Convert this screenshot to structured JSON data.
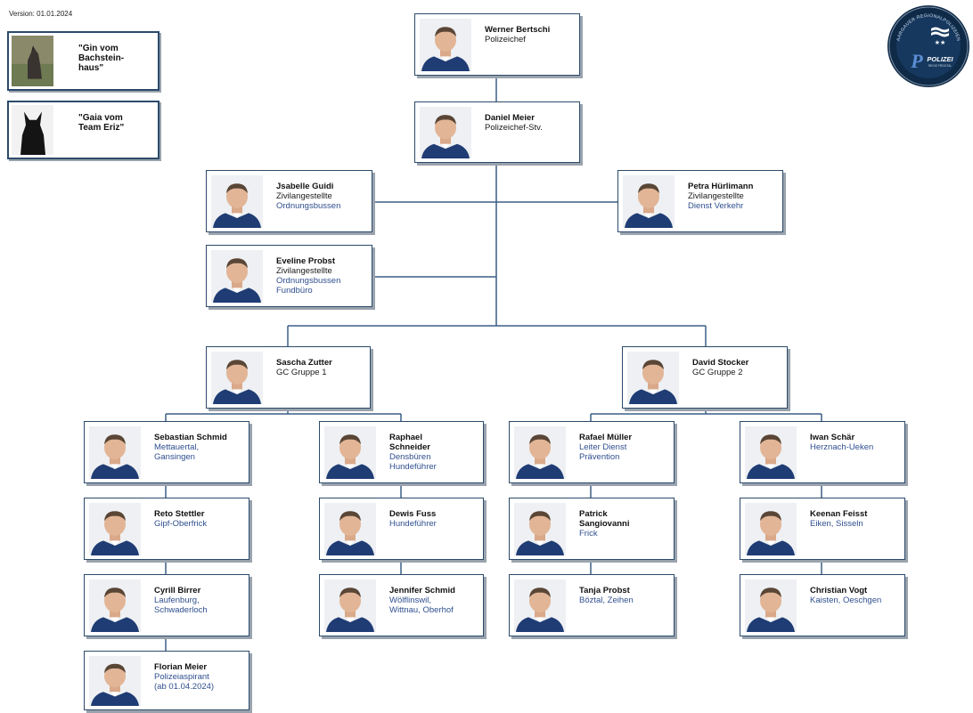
{
  "version": "Version: 01.01.2024",
  "logo": {
    "arc_text": "AARGAUER REGIONALPOLIZEIEN",
    "word": "POLIZEI",
    "sub": "REGIO FRICKTAL",
    "colors": {
      "ring": "#0f2a47",
      "inner": "#16385e",
      "accent": "#5a8fd6"
    }
  },
  "dogs": [
    {
      "name": "\"Gin vom\nBachstein-\nhaus\"",
      "photo": "dog-photo"
    },
    {
      "name": "\"Gaia vom\nTeam Eriz\"",
      "photo": "dog-photo"
    }
  ],
  "people": {
    "chief": {
      "name": "Werner Bertschi",
      "role": "Polizeichef"
    },
    "deputy": {
      "name": "Daniel Meier",
      "role": "Polizeichef-Stv."
    },
    "guidi": {
      "name": "Jsabelle Guidi",
      "role": "Zivilangestellte",
      "unit": "Ordnungsbussen"
    },
    "huerlimann": {
      "name": "Petra Hürlimann",
      "role": "Zivilangestellte",
      "unit": "Dienst Verkehr"
    },
    "probst_e": {
      "name": "Eveline Probst",
      "role": "Zivilangestellte",
      "unit": "Ordnungsbussen\nFundbüro"
    },
    "zutter": {
      "name": "Sascha Zutter",
      "role": "GC Gruppe 1"
    },
    "stocker": {
      "name": "David Stocker",
      "role": "GC Gruppe 2"
    },
    "schmid_s": {
      "name": "Sebastian Schmid",
      "unit": "Mettauertal,\nGansingen"
    },
    "stettler": {
      "name": "Reto Stettler",
      "unit": "Gipf-Oberfrick"
    },
    "birrer": {
      "name": "Cyrill Birrer",
      "unit": "Laufenburg,\nSchwaderloch"
    },
    "meier_f": {
      "name": "Florian Meier",
      "unit": "Polizeiaspirant\n(ab 01.04.2024)"
    },
    "schneider": {
      "name": "Raphael\nSchneider",
      "unit": "Densbüren\nHundeführer"
    },
    "fuss": {
      "name": "Dewis Fuss",
      "unit": "Hundeführer"
    },
    "schmid_j": {
      "name": "Jennifer Schmid",
      "unit": "Wölflinswil,\nWittnau, Oberhof"
    },
    "mueller": {
      "name": "Rafael Müller",
      "unit": "Leiter Dienst\nPrävention"
    },
    "sangiovanni": {
      "name": "Patrick\nSangiovanni",
      "unit": "Frick"
    },
    "probst_t": {
      "name": "Tanja Probst",
      "unit": "Böztal, Zeihen"
    },
    "schaer": {
      "name": "Iwan Schär",
      "unit": "Herznach-Ueken"
    },
    "feisst": {
      "name": "Keenan Feisst",
      "unit": "Eiken, Sisseln"
    },
    "vogt": {
      "name": "Christian Vogt",
      "unit": "Kaisten, Oeschgen"
    }
  },
  "colors": {
    "border": "#2b4a6b",
    "connector": "#3c5f86",
    "unit_text": "#2f4f8f",
    "uniform": "#1f3c74"
  }
}
